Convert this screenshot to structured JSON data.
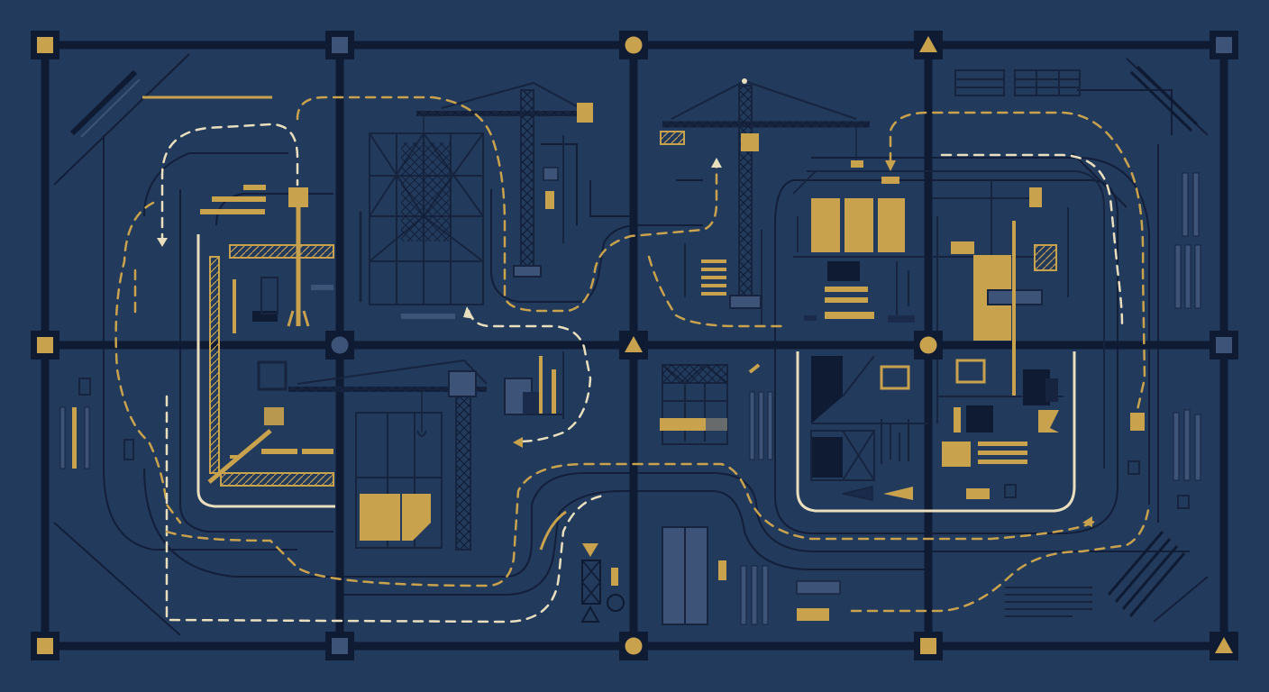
{
  "colors": {
    "background": "#223a5c",
    "grid": "#0f1a33",
    "accent_gold": "#c9a24e",
    "path_cream": "#e9dfbf",
    "line_dark": "#16243f",
    "panel_dark": "#1a2b4b",
    "muted_slate": "#3d5478"
  },
  "icons": {
    "square_node": "square-node-icon",
    "circle_node": "circle-node-icon",
    "triangle_node": "triangle-node-icon",
    "crane": "tower-crane-icon",
    "scaffold": "scaffold-icon",
    "flow_arrow": "arrow-icon"
  },
  "cranes": [
    {
      "id": "crane-top-center"
    },
    {
      "id": "crane-top-right"
    },
    {
      "id": "crane-bottom-left"
    }
  ]
}
